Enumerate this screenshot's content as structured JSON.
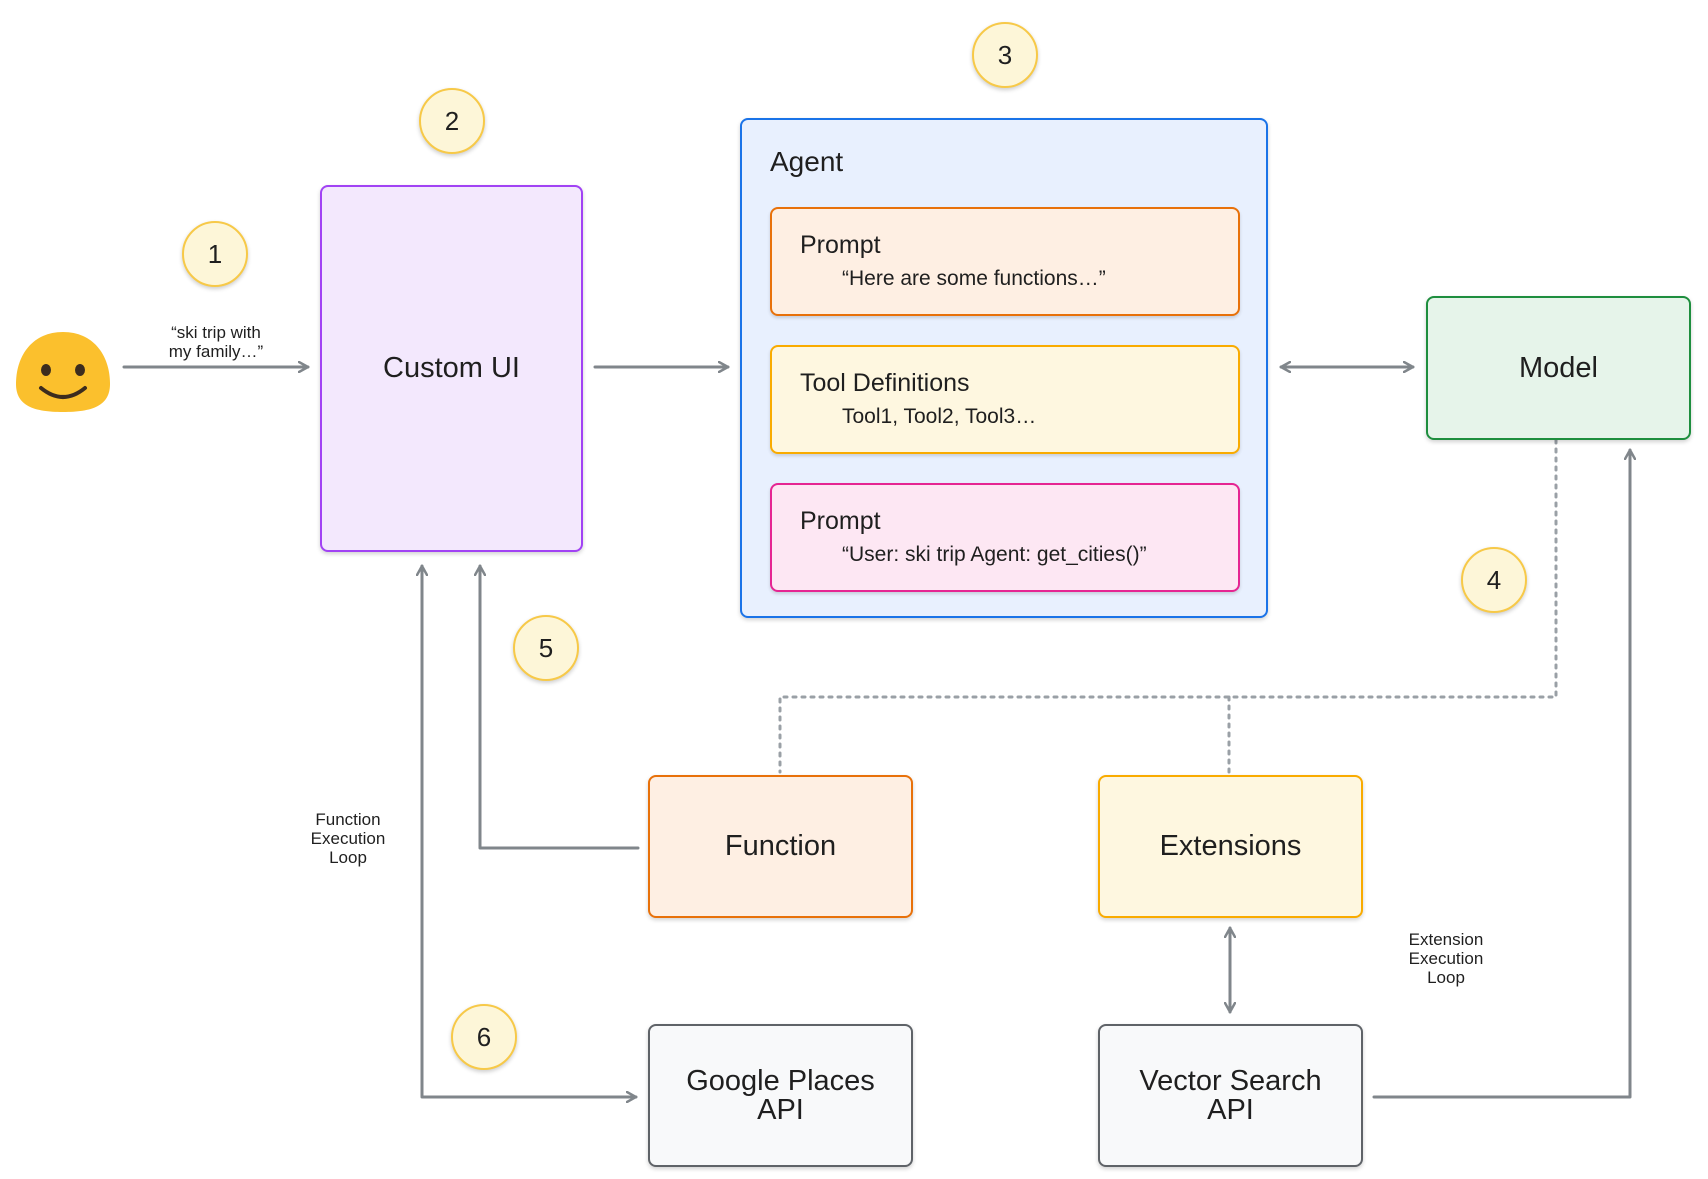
{
  "user_quote": "“ski trip with\nmy family…”",
  "custom_ui": "Custom UI",
  "agent": {
    "title": "Agent",
    "prompt1": {
      "title": "Prompt",
      "text": "“Here are some functions…”"
    },
    "tools": {
      "title": "Tool Definitions",
      "text": "Tool1, Tool2, Tool3…"
    },
    "prompt2": {
      "title": "Prompt",
      "text": "“User: ski trip Agent: get_cities()”"
    }
  },
  "model": "Model",
  "function": "Function",
  "extensions": "Extensions",
  "google_places": "Google Places\nAPI",
  "vector_search": "Vector Search\nAPI",
  "function_loop_label": "Function\nExecution\nLoop",
  "extension_loop_label": "Extension\nExecution\nLoop",
  "steps": [
    "1",
    "2",
    "3",
    "4",
    "5",
    "6"
  ],
  "colors": {
    "custom_ui_fill": "#f3e8fd",
    "custom_ui_border": "#a142f4",
    "agent_fill": "#e8f0fe",
    "agent_border": "#1a73e8",
    "prompt1_fill": "#feefe3",
    "prompt1_border": "#e8710a",
    "tools_fill": "#fef7e0",
    "tools_border": "#f9ab00",
    "prompt2_fill": "#fde7f3",
    "prompt2_border": "#e52592",
    "model_fill": "#e6f4ea",
    "model_border": "#1e8e3e",
    "api_fill": "#f8f9fa",
    "api_border": "#5f6368",
    "badge_fill": "#fdf6d8",
    "badge_border": "#f7c948",
    "arrow": "#80868b"
  },
  "icons": {
    "user": "smiling-face-icon"
  }
}
